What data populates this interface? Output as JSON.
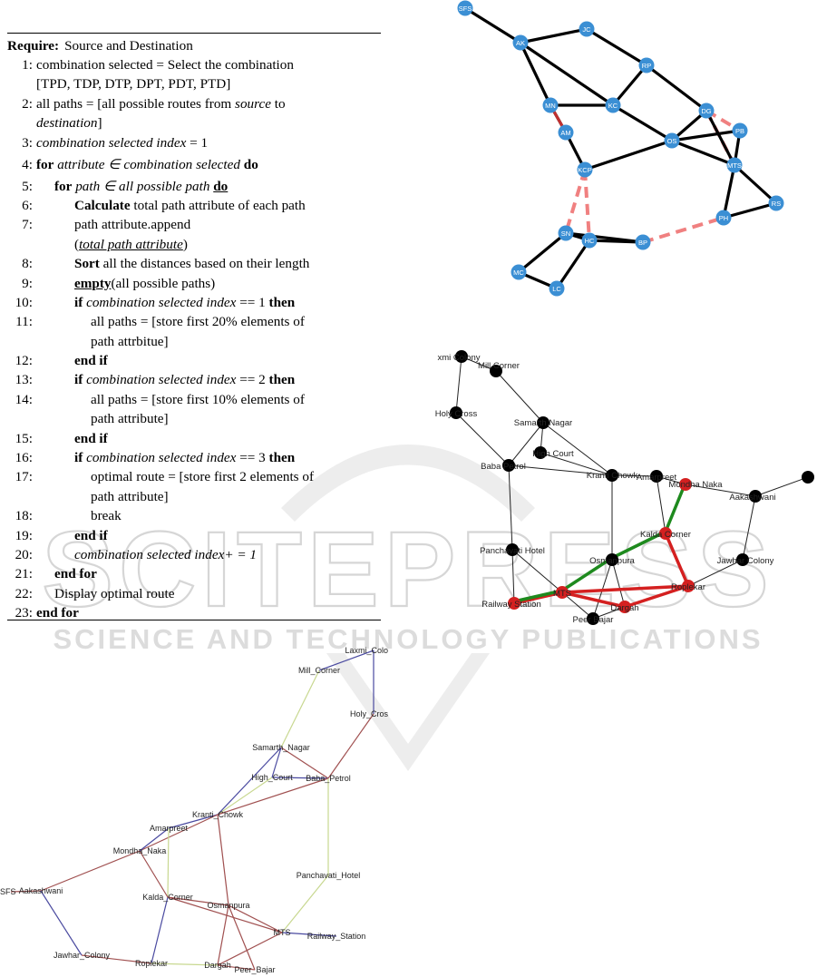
{
  "algorithm": {
    "require_label": "Require:",
    "require_text": "Source and Destination",
    "lines": [
      {
        "num": "1:",
        "segs": [
          {
            "t": "combination selected = Select the combination"
          }
        ],
        "indent": 0
      },
      {
        "num": "",
        "segs": [
          {
            "t": "[TPD, TDP, DTP, DPT, PDT, PTD]"
          }
        ],
        "indent": 0
      },
      {
        "num": "2:",
        "segs": [
          {
            "t": "all paths = [all possible routes from "
          },
          {
            "t": "source",
            "c": "it"
          },
          {
            "t": " to"
          }
        ],
        "indent": 0
      },
      {
        "num": "",
        "segs": [
          {
            "t": "destination",
            "c": "it"
          },
          {
            "t": "]"
          }
        ],
        "indent": 0
      },
      {
        "num": "3:",
        "segs": [
          {
            "t": "combination selected index",
            "c": "it"
          },
          {
            "t": " = 1"
          }
        ],
        "indent": 0,
        "gap": true
      },
      {
        "num": "4:",
        "segs": [
          {
            "t": "for",
            "c": "bold"
          },
          {
            "t": " attribute ∈ combination selected ",
            "c": "it"
          },
          {
            "t": "do",
            "c": "bold"
          }
        ],
        "indent": 0,
        "gap": true
      },
      {
        "num": "5:",
        "segs": [
          {
            "t": "for",
            "c": "bold"
          },
          {
            "t": " path ∈ all possible path ",
            "c": "it"
          },
          {
            "t": "do",
            "c": "bold u"
          }
        ],
        "indent": 1
      },
      {
        "num": "6:",
        "segs": [
          {
            "t": "Calculate",
            "c": "bold"
          },
          {
            "t": " total path attribute of each path"
          }
        ],
        "indent": 2
      },
      {
        "num": "7:",
        "segs": [
          {
            "t": "path attribute.append"
          }
        ],
        "indent": 2
      },
      {
        "num": "",
        "segs": [
          {
            "t": "("
          },
          {
            "t": "total path attribute",
            "c": "it u"
          },
          {
            "t": ")"
          }
        ],
        "indent": 2
      },
      {
        "num": "8:",
        "segs": [
          {
            "t": "Sort",
            "c": "bold"
          },
          {
            "t": " all the distances based on their length"
          }
        ],
        "indent": 2
      },
      {
        "num": "9:",
        "segs": [
          {
            "t": "empty",
            "c": "bold u"
          },
          {
            "t": "(all possible paths)"
          }
        ],
        "indent": 2
      },
      {
        "num": "10:",
        "segs": [
          {
            "t": "if",
            "c": "bold"
          },
          {
            "t": " combination selected index ",
            "c": "it"
          },
          {
            "t": "== 1 "
          },
          {
            "t": "then",
            "c": "bold"
          }
        ],
        "indent": 2
      },
      {
        "num": "11:",
        "segs": [
          {
            "t": "all paths = [store first 20% elements of"
          }
        ],
        "indent": 3
      },
      {
        "num": "",
        "segs": [
          {
            "t": "path attrbitue]"
          }
        ],
        "indent": 3
      },
      {
        "num": "12:",
        "segs": [
          {
            "t": "end if",
            "c": "bold"
          }
        ],
        "indent": 2
      },
      {
        "num": "13:",
        "segs": [
          {
            "t": "if",
            "c": "bold"
          },
          {
            "t": " combination selected index ",
            "c": "it"
          },
          {
            "t": "== 2 "
          },
          {
            "t": "then",
            "c": "bold"
          }
        ],
        "indent": 2
      },
      {
        "num": "14:",
        "segs": [
          {
            "t": "all paths = [store first 10% elements of"
          }
        ],
        "indent": 3
      },
      {
        "num": "",
        "segs": [
          {
            "t": "path attribute]"
          }
        ],
        "indent": 3
      },
      {
        "num": "15:",
        "segs": [
          {
            "t": "end if",
            "c": "bold"
          }
        ],
        "indent": 2
      },
      {
        "num": "16:",
        "segs": [
          {
            "t": "if",
            "c": "bold"
          },
          {
            "t": " combination selected index ",
            "c": "it"
          },
          {
            "t": "== 3 "
          },
          {
            "t": "then",
            "c": "bold"
          }
        ],
        "indent": 2
      },
      {
        "num": "17:",
        "segs": [
          {
            "t": "optimal route = [store first 2 elements of"
          }
        ],
        "indent": 3
      },
      {
        "num": "",
        "segs": [
          {
            "t": "path attribute]"
          }
        ],
        "indent": 3
      },
      {
        "num": "18:",
        "segs": [
          {
            "t": "break"
          }
        ],
        "indent": 3
      },
      {
        "num": "19:",
        "segs": [
          {
            "t": "end if",
            "c": "bold"
          }
        ],
        "indent": 2
      },
      {
        "num": "20:",
        "segs": [
          {
            "t": "combination selected index+ = 1",
            "c": "it"
          }
        ],
        "indent": 2
      },
      {
        "num": "21:",
        "segs": [
          {
            "t": "end for",
            "c": "bold"
          }
        ],
        "indent": 1
      },
      {
        "num": "22:",
        "segs": [
          {
            "t": "Display optimal route"
          }
        ],
        "indent": 1
      },
      {
        "num": "23:",
        "segs": [
          {
            "t": "end for",
            "c": "bold"
          }
        ],
        "indent": 0
      }
    ]
  },
  "watermark": {
    "line1": "SCITEPRESS",
    "line2": "SCIENCE AND TECHNOLOGY PUBLICATIONS"
  },
  "graph_top": {
    "node_color": "#3b8fd4",
    "edge_color": "#000000",
    "dashed_color": "#f08080",
    "nodes": [
      "SFS",
      "AK",
      "JC",
      "RP",
      "MN",
      "KC",
      "DG",
      "PB",
      "AM",
      "OS",
      "MTS",
      "KCP",
      "RS",
      "PH",
      "SN",
      "HC",
      "BP",
      "MC",
      "LC"
    ]
  },
  "graph_mid": {
    "node_color": "#000000",
    "route_red": "#d42020",
    "route_green": "#1e8a1e",
    "labels": [
      "xmi Colony",
      "Mill Corner",
      "Holy Cross",
      "Samarth Nagar",
      "High Court",
      "Baba Petrol",
      "Kranti Chowk",
      "Amarpreet",
      "Mondha Naka",
      "Aakashwani",
      "Kalda Corner",
      "Panchavati Hotel",
      "Osmanpura",
      "Jawhar Colony",
      "Roplekar",
      "Railway Station",
      "MTS",
      "Dargah",
      "Peer Bajar"
    ]
  },
  "graph_bottom": {
    "color_red": "#a05050",
    "color_blue": "#4a4aa0",
    "color_yellow": "#c8d890",
    "labels": [
      "Laxmi_Colo",
      "Mill_Corner",
      "Holy_Cros",
      "Samarth_Nagar",
      "High_Court",
      "Baba_Petrol",
      "Kranti_Chowk",
      "Amarpreet",
      "Mondha_Naka",
      "SFS",
      "Aakashwani",
      "Kalda_Corner",
      "Osmanpura",
      "Panchavati_Hotel",
      "MTS",
      "Railway_Station",
      "Jawhar_Colony",
      "Roplekar",
      "Dargah",
      "Peer_Bajar"
    ]
  }
}
